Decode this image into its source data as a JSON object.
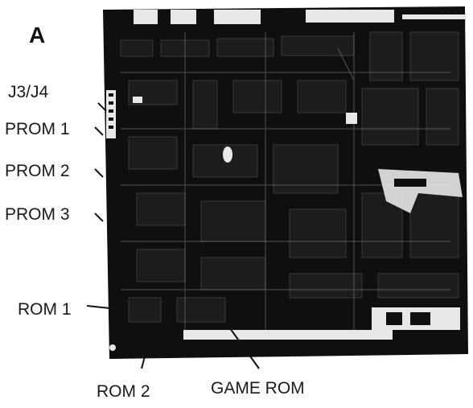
{
  "figure": {
    "panel_letter": "A",
    "labels": {
      "j3_j4": "J3/J4",
      "prom1": "PROM 1",
      "prom2": "PROM 2",
      "prom3": "PROM 3",
      "rom1": "ROM 1",
      "rom2": "ROM 2",
      "game_rom": "GAME ROM"
    }
  },
  "colors": {
    "board": "#0f0f0f",
    "trace": "#8a8a8a",
    "highlight": "#e8e8e8",
    "label": "#1a1a1a"
  }
}
